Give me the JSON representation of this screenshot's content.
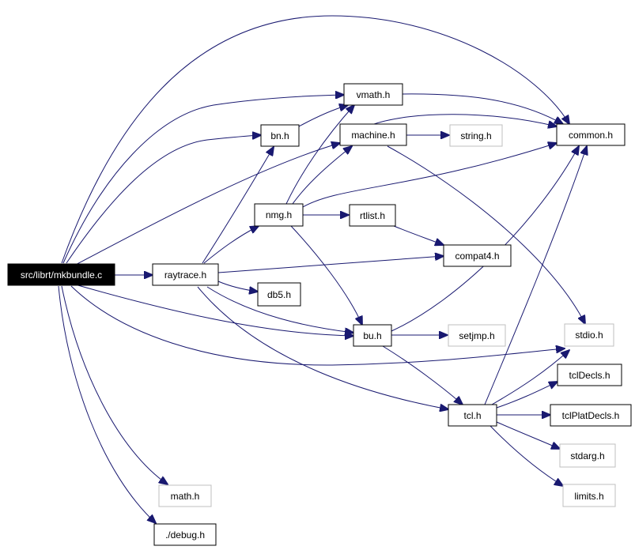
{
  "diagram": {
    "edge_color": "#191970",
    "nodes": {
      "mkbundle": {
        "label": "src/librt/mkbundle.c",
        "style": "root"
      },
      "vmath": {
        "label": "vmath.h",
        "style": "normal"
      },
      "common": {
        "label": "common.h",
        "style": "normal"
      },
      "bn": {
        "label": "bn.h",
        "style": "normal"
      },
      "machine": {
        "label": "machine.h",
        "style": "normal"
      },
      "string": {
        "label": "string.h",
        "style": "muted"
      },
      "nmg": {
        "label": "nmg.h",
        "style": "normal"
      },
      "rtlist": {
        "label": "rtlist.h",
        "style": "normal"
      },
      "compat4": {
        "label": "compat4.h",
        "style": "normal"
      },
      "raytrace": {
        "label": "raytrace.h",
        "style": "normal"
      },
      "db5": {
        "label": "db5.h",
        "style": "normal"
      },
      "bu": {
        "label": "bu.h",
        "style": "normal"
      },
      "setjmp": {
        "label": "setjmp.h",
        "style": "muted"
      },
      "stdio": {
        "label": "stdio.h",
        "style": "muted"
      },
      "tcldecls": {
        "label": "tclDecls.h",
        "style": "normal"
      },
      "tcl": {
        "label": "tcl.h",
        "style": "normal"
      },
      "tclplatdecls": {
        "label": "tclPlatDecls.h",
        "style": "normal"
      },
      "stdarg": {
        "label": "stdarg.h",
        "style": "muted"
      },
      "limits": {
        "label": "limits.h",
        "style": "muted"
      },
      "math": {
        "label": "math.h",
        "style": "muted"
      },
      "debug": {
        "label": "./debug.h",
        "style": "normal"
      }
    }
  }
}
